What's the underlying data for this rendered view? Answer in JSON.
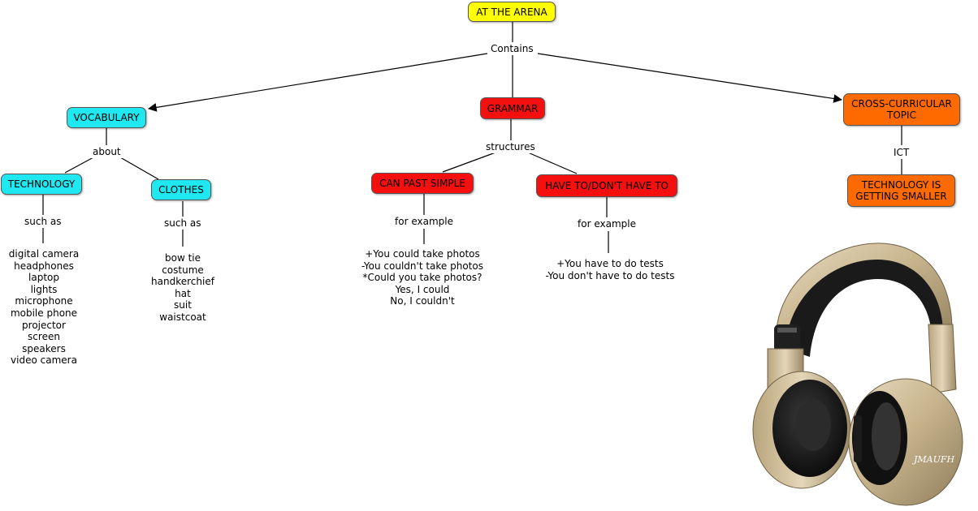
{
  "colors": {
    "root": "#ffff00",
    "vocabulary": "#1fe8f0",
    "grammar": "#f50f0f",
    "cross_curricular": "#ff6a00"
  },
  "root": {
    "label": "AT THE ARENA"
  },
  "root_link": "Contains",
  "vocabulary": {
    "label": "VOCABULARY",
    "link": "about",
    "technology": {
      "label": "TECHNOLOGY",
      "link": "such as",
      "items": [
        "digital camera",
        "headphones",
        "laptop",
        "lights",
        "microphone",
        "mobile phone",
        "projector",
        "screen",
        "speakers",
        "video camera"
      ]
    },
    "clothes": {
      "label": "CLOTHES",
      "link": "such as",
      "items": [
        "bow tie",
        "costume",
        "handkerchief",
        "hat",
        "suit",
        "waistcoat"
      ]
    }
  },
  "grammar": {
    "label": "GRAMMAR",
    "link": "structures",
    "can_past_simple": {
      "label": "CAN PAST SIMPLE",
      "link": "for example",
      "examples": [
        "+You could take photos",
        "-You couldn't take photos",
        "*Could you take photos?",
        "Yes, I could",
        "No, I couldn't"
      ]
    },
    "have_to": {
      "label": "HAVE TO/DON'T HAVE TO",
      "link": "for example",
      "examples": [
        "+You have to do tests",
        "-You don't have to do tests"
      ]
    }
  },
  "cross_curricular": {
    "label": "CROSS-CURRICULAR TOPIC",
    "link": "ICT",
    "child": {
      "label": "TECHNOLOGY IS GETTING SMALLER"
    }
  },
  "image": {
    "icon": "headphones-icon",
    "brand_text": "JMAUFH"
  }
}
